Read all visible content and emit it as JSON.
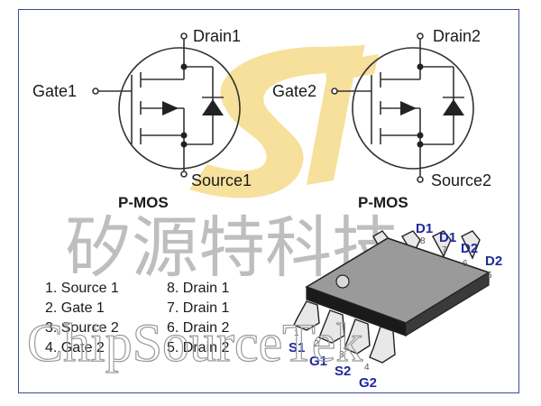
{
  "colors": {
    "frame": "#3a4a99",
    "pin_label": "#1f2a99",
    "logo": "#f2c84b",
    "watermark": "#8a8a8a"
  },
  "mosfet1": {
    "drain": "Drain1",
    "gate": "Gate1",
    "source": "Source1",
    "type": "P-MOS"
  },
  "mosfet2": {
    "drain": "Drain2",
    "gate": "Gate2",
    "source": "Source2",
    "type": "P-MOS"
  },
  "pins_left": [
    "1. Source 1",
    "2. Gate 1",
    "3. Source 2",
    "4. Gate 2"
  ],
  "pins_right": [
    "8. Drain 1",
    "7. Drain 1",
    "6. Drain 2",
    "5. Drain 2"
  ],
  "package_labels": {
    "d1a": "D1",
    "d1b": "D1",
    "d2a": "D2",
    "d2b": "D2",
    "s1": "S1",
    "g1": "G1",
    "s2": "S2",
    "g2": "G2",
    "n1": "1",
    "n2": "2",
    "n3": "3",
    "n4": "4",
    "n5": "5",
    "n6": "6",
    "n7": "7",
    "n8": "8"
  },
  "watermark": {
    "chinese": "矽源特科技",
    "english": "ChipSourceTek"
  }
}
